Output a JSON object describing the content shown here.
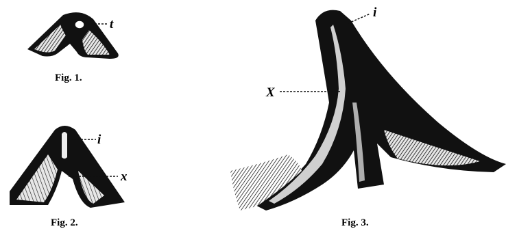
{
  "figures": [
    {
      "caption": "Fig. 1.",
      "labels": [
        "t"
      ]
    },
    {
      "caption": "Fig. 2.",
      "labels": [
        "i",
        "x"
      ]
    },
    {
      "caption": "Fig. 3.",
      "labels": [
        "i",
        "X"
      ]
    }
  ],
  "colors": {
    "ink": "#111111",
    "paper": "#ffffff",
    "pale": "#f2f2f2"
  }
}
